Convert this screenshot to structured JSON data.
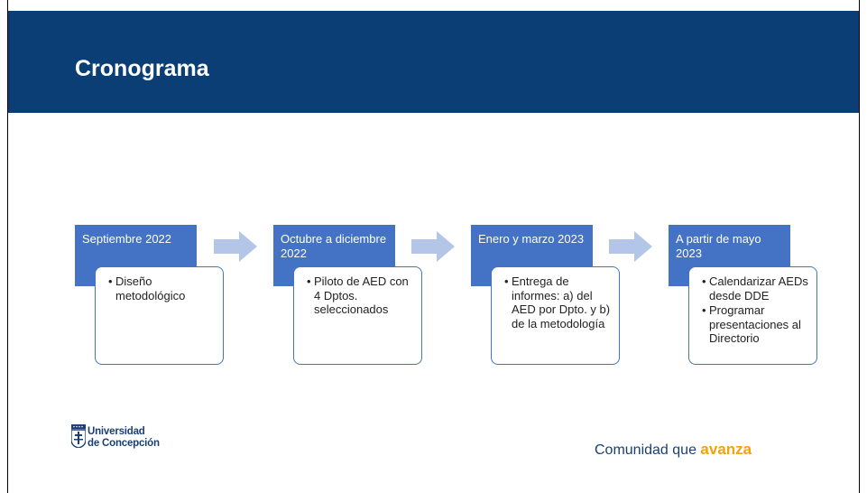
{
  "slide": {
    "title": "Cronograma"
  },
  "steps": [
    {
      "label": "Septiembre 2022",
      "items": [
        "Diseño metodológico"
      ]
    },
    {
      "label": "Octubre a diciembre 2022",
      "items": [
        "Piloto de AED con 4 Dptos. seleccionados"
      ]
    },
    {
      "label": "Enero y marzo 2023",
      "items": [
        "Entrega de informes: a) del AED por Dpto. y b) de la metodología"
      ]
    },
    {
      "label": "A partir de mayo 2023",
      "items": [
        "Calendarizar AEDs desde DDE",
        "Programar presentaciones al Directorio"
      ]
    }
  ],
  "footer": {
    "university_line1": "Universidad",
    "university_line2": "de Concepción",
    "tagline_prefix": "Comunidad que ",
    "tagline_accent": "avanza"
  },
  "colors": {
    "header": "#0b3e74",
    "step_label": "#4472c4",
    "arrow": "#b4c6e7",
    "accent": "#f5a10b"
  }
}
